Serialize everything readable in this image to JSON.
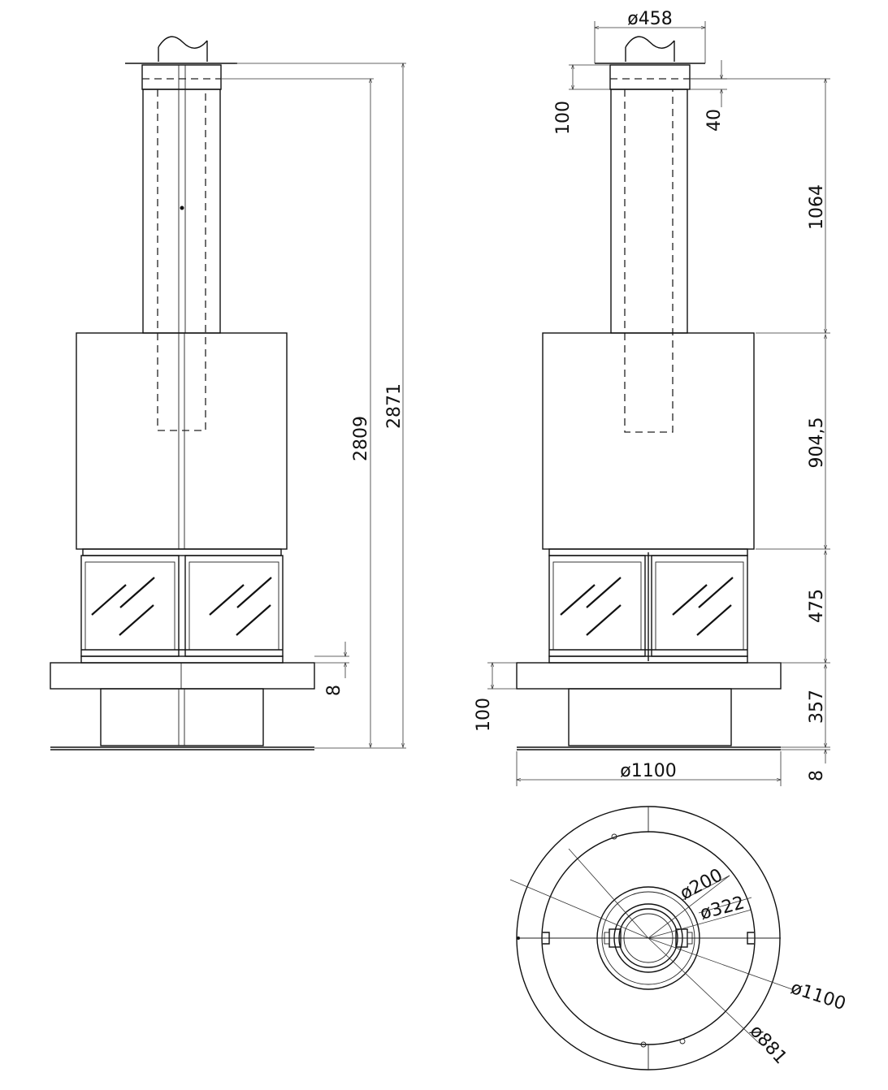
{
  "dimensions": {
    "front_inner_height": "2809",
    "front_total_height": "2871",
    "front_base_gap": "8",
    "flue_diameter": "ø458",
    "collar_height": "100",
    "collar_offset": "40",
    "flue_length": "1064",
    "body_height": "904,5",
    "glass_height": "475",
    "plinth_height": "100",
    "base_height": "357",
    "floor_plate": "8",
    "plate_diameter": "ø1100"
  },
  "plan": {
    "d200": "ø200",
    "d322": "ø322",
    "d1100": "ø1100",
    "d881": "ø881"
  }
}
